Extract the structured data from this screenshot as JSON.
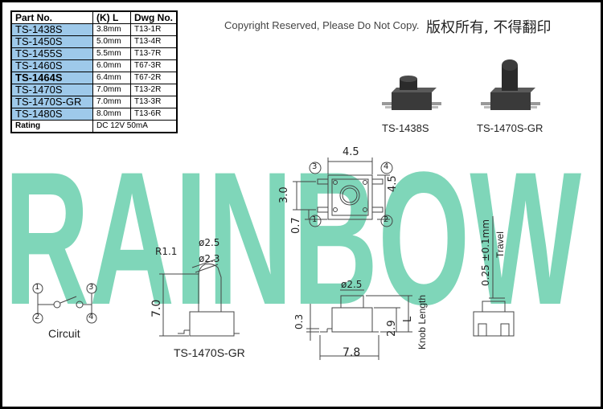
{
  "table": {
    "headers": [
      "Part No.",
      "(K) L",
      "Dwg No."
    ],
    "rows": [
      {
        "part": "TS-1438S",
        "length": "3.8mm",
        "dwg": "T13-1R",
        "bold": false
      },
      {
        "part": "TS-1450S",
        "length": "5.0mm",
        "dwg": "T13-4R",
        "bold": false
      },
      {
        "part": "TS-1455S",
        "length": "5.5mm",
        "dwg": "T13-7R",
        "bold": false
      },
      {
        "part": "TS-1460S",
        "length": "6.0mm",
        "dwg": "T67-3R",
        "bold": false
      },
      {
        "part": "TS-1464S",
        "length": "6.4mm",
        "dwg": "T67-2R",
        "bold": true
      },
      {
        "part": "TS-1470S",
        "length": "7.0mm",
        "dwg": "T13-2R",
        "bold": false
      },
      {
        "part": "TS-1470S-GR",
        "length": "7.0mm",
        "dwg": "T13-3R",
        "bold": false
      },
      {
        "part": "TS-1480S",
        "length": "8.0mm",
        "dwg": "T13-6R",
        "bold": false
      }
    ],
    "rating_label": "Rating",
    "rating_value": "DC 12V 50mA"
  },
  "copyright_en": "Copyright Reserved, Please Do Not Copy.",
  "copyright_cn": "版权所有, 不得翻印",
  "watermark": "RAINBOW",
  "colors": {
    "watermark": "#7fd6b9",
    "table_part_bg": "#9ec9ea",
    "line": "#444444"
  },
  "products": {
    "left_name": "TS-1438S",
    "right_name": "TS-1470S-GR"
  },
  "top_view": {
    "pins": [
      "3",
      "4",
      "1",
      "2"
    ],
    "dim_width": "4.5",
    "dim_height": "4.5",
    "dim_pitch": "3.0",
    "dim_offset": "0.7"
  },
  "side_view": {
    "r_label": "R1.1",
    "d_outer": "ø2.5",
    "d_inner": "ø2.3",
    "height": "7.0",
    "name": "TS-1470S-GR"
  },
  "circuit": {
    "pins": [
      "1",
      "2",
      "3",
      "4"
    ],
    "label": "Circuit"
  },
  "front_view": {
    "d_knob": "ø2.5",
    "dim_03": "0.3",
    "dim_29": "2.9",
    "dim_l": "L",
    "dim_78": "7.8",
    "knob_length": "Knob Length"
  },
  "travel_view": {
    "travel": "0.25 ±0.1mm",
    "travel_label": "Travel"
  }
}
